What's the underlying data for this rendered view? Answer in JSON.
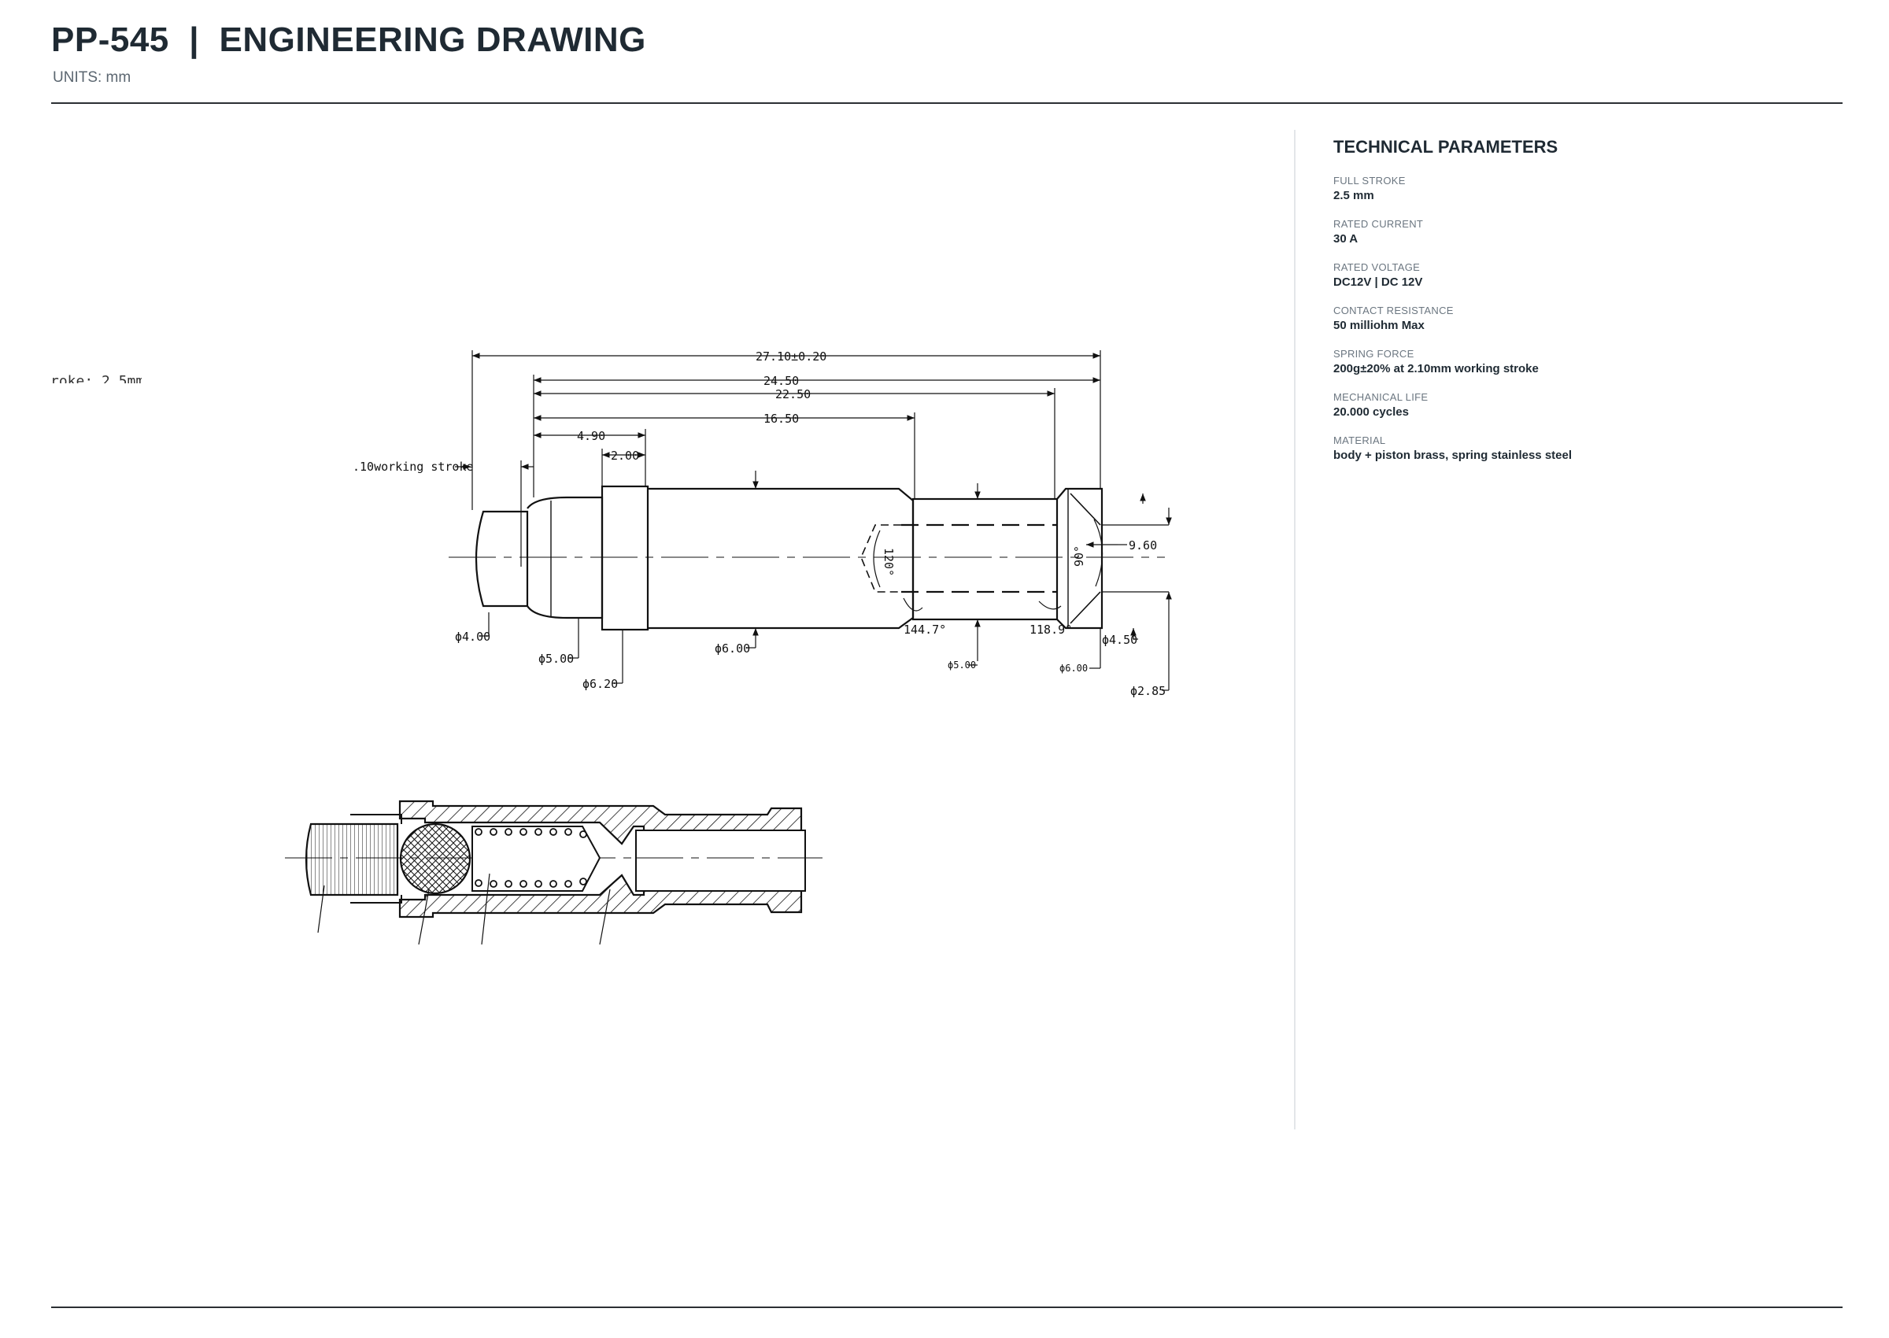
{
  "header": {
    "title": "PP-545  |  ENGINEERING DRAWING",
    "units": "UNITS: mm"
  },
  "parameters": {
    "heading": "TECHNICAL PARAMETERS",
    "items": [
      {
        "label": "FULL STROKE",
        "value": "2.5 mm"
      },
      {
        "label": "RATED CURRENT",
        "value": "30 A"
      },
      {
        "label": "RATED VOLTAGE",
        "value": "DC12V | DC 12V"
      },
      {
        "label": "CONTACT RESISTANCE",
        "value": "50 milliohm Max"
      },
      {
        "label": "SPRING FORCE",
        "value": "200g±20% at 2.10mm working stroke"
      },
      {
        "label": "MECHANICAL LIFE",
        "value": "20.000 cycles"
      },
      {
        "label": "MATERIAL",
        "value": "body + piston brass, spring stainless steel"
      }
    ]
  },
  "drawing": {
    "clipped_text": "roke: 2.5mm",
    "working_stroke": ".10working stroke",
    "dimensions": {
      "overall": "27.10±0.20",
      "d1": "24.50",
      "d2": "22.50",
      "d3": "16.50",
      "d4": "4.90",
      "d5": "2.00",
      "bore": "9.60"
    },
    "angles": {
      "a1": "120°",
      "a2": "90°",
      "a3": "144.7°",
      "a4": "118.9°"
    },
    "diameters": {
      "phi400": "ϕ4.00",
      "phi500": "ϕ5.00",
      "phi620": "ϕ6.20",
      "phi600": "ϕ6.00",
      "phi500b": "ϕ5.00",
      "phi600b": "ϕ6.00",
      "phi450": "ϕ4.50",
      "phi285": "ϕ2.85"
    }
  }
}
